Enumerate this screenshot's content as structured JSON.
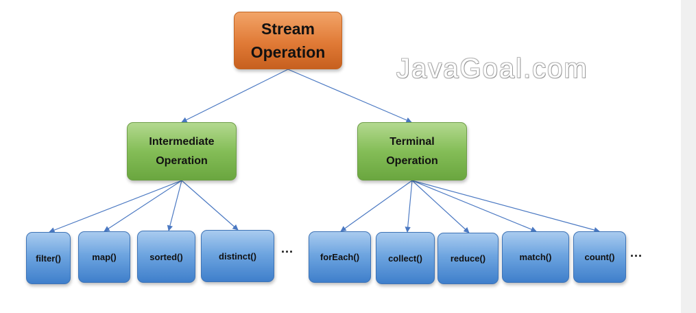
{
  "diagram": {
    "root": {
      "line1": "Stream",
      "line2": "Operation"
    },
    "intermediate": {
      "line1": "Intermediate",
      "line2": "Operation"
    },
    "terminal": {
      "line1": "Terminal",
      "line2": "Operation"
    },
    "intermediate_ops": [
      "filter()",
      "map()",
      "sorted()",
      "distinct()"
    ],
    "terminal_ops": [
      "forEach()",
      "collect()",
      "reduce()",
      "match()",
      "count()"
    ],
    "more_intermediate": "...",
    "more_terminal": "...",
    "watermark": "JavaGoal.com",
    "colors": {
      "root": "#e07a36",
      "branch": "#84bd57",
      "leaf": "#6ea5e0",
      "connector": "#4a78c2"
    }
  }
}
